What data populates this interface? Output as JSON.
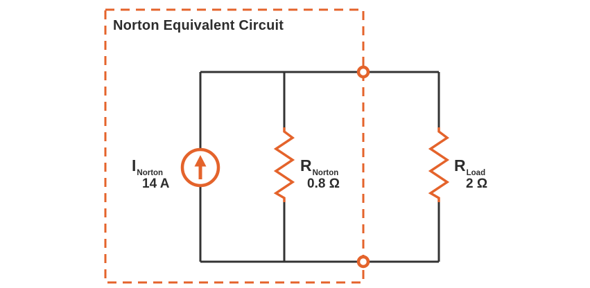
{
  "colors": {
    "accent": "#E4632B",
    "wire": "#333333",
    "text": "#2D2D2D",
    "background": "#FFFFFF"
  },
  "diagram": {
    "title": "Norton Equivalent Circuit",
    "current_source": {
      "symbol": "I",
      "subscript": "Norton",
      "value": "14 A"
    },
    "resistor_norton": {
      "symbol": "R",
      "subscript": "Norton",
      "value": "0.8 Ω"
    },
    "resistor_load": {
      "symbol": "R",
      "subscript": "Load",
      "value": "2 Ω"
    }
  }
}
